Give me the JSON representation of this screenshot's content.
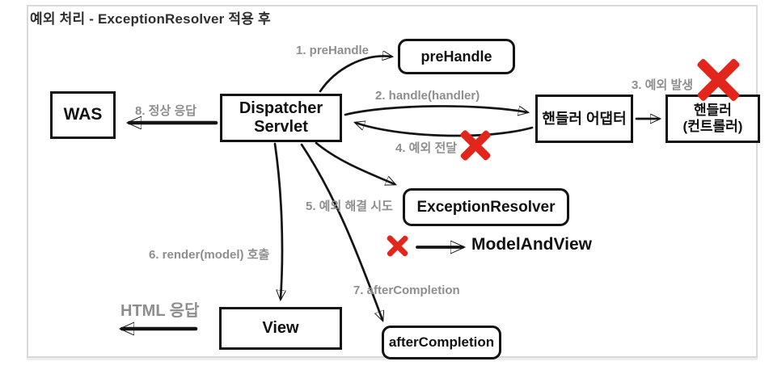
{
  "title": "예외 처리 - ExceptionResolver 적용 후",
  "nodes": {
    "was": "WAS",
    "dispatcher_line1": "Dispatcher",
    "dispatcher_line2": "Servlet",
    "prehandle": "preHandle",
    "handler_adapter": "핸들러 어댑터",
    "handler_line1": "핸들러",
    "handler_line2": "(컨트롤러)",
    "exception_resolver": "ExceptionResolver",
    "model_and_view": "ModelAndView",
    "view": "View",
    "after_completion": "afterCompletion"
  },
  "labels": {
    "step1": "1. preHandle",
    "step2": "2. handle(handler)",
    "step3": "3. 예외 발생",
    "step4": "4. 예외 전달",
    "step5": "5. 예외 해결 시도",
    "step6": "6. render(model) 호출",
    "step7": "7. afterCompletion",
    "step8": "8. 정상 응답",
    "html_response": "HTML 응답"
  },
  "colors": {
    "x_mark": "#e2261c",
    "label_gray": "#8e8e8e",
    "line": "#141414",
    "frame_border": "#d9d9d9"
  }
}
